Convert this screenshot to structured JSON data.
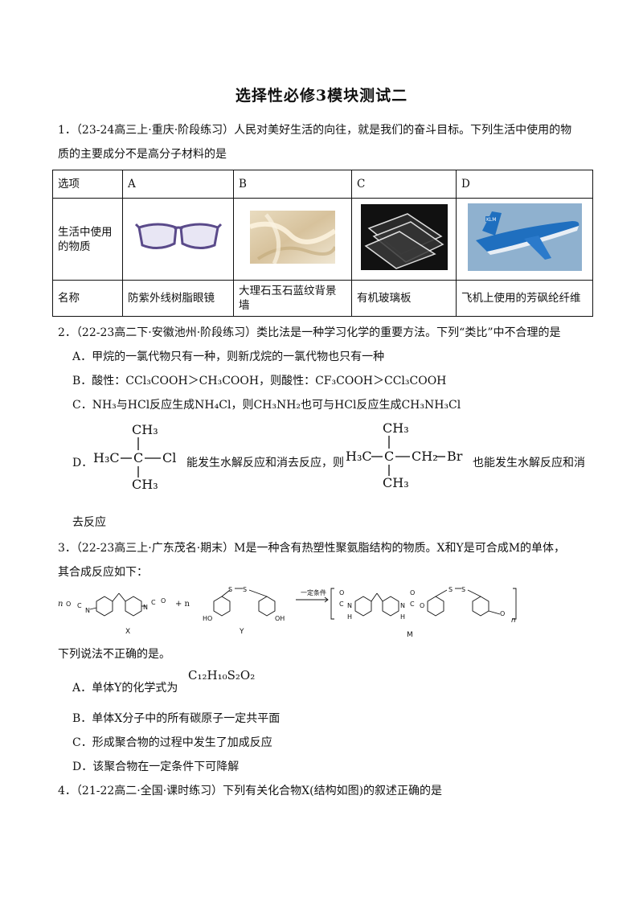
{
  "title": "选择性必修3模块测试二",
  "q1": {
    "line1": "1．（23-24高三上·重庆·阶段练习）人民对美好生活的向往，就是我们的奋斗目标。下列生活中使用的物",
    "line2": "质的主要成分不是高分子材料的是",
    "table": {
      "header": [
        "选项",
        "A",
        "B",
        "C",
        "D"
      ],
      "row_label_items": "生活中使用的物质",
      "row_label_name": "名称",
      "names": [
        "防紫外线树脂眼镜",
        "大理石玉石蓝纹背景墙",
        "有机玻璃板",
        "飞机上使用的芳砜纶纤维"
      ],
      "plane_livery": "KLM"
    }
  },
  "q2": {
    "stem": "2．（22-23高二下·安徽池州·阶段练习）类比法是一种学习化学的重要方法。下列“类比”中不合理的是",
    "A": "A．甲烷的一氯代物只有一种，则新戊烷的一氯代物也只有一种",
    "B": "B．酸性：CCl₃COOH＞CH₃COOH，则酸性：CF₃COOH＞CCl₃COOH",
    "C": "C．NH₃与HCl反应生成NH₄Cl，则CH₃NH₂也可与HCl反应生成CH₃NH₃Cl",
    "D_prefix": "D．",
    "D_mid": "能发生水解反应和消去反应，则",
    "D_suffix": "也能发生水解反应和消",
    "D_cont": "去反应",
    "struct1": {
      "top": "CH₃",
      "left": "H₃C",
      "center": "C",
      "right": "Cl",
      "bottom": "CH₃"
    },
    "struct2": {
      "top": "CH₃",
      "left": "H₃C",
      "center": "C",
      "mid": "CH₂",
      "right": "Br",
      "bottom": "CH₃"
    }
  },
  "q3": {
    "stem1": "3．（22-23高三上·广东茂名·期末）M是一种含有热塑性聚氨脂结构的物质。X和Y是可合成M的单体，",
    "stem2": "其合成反应如下：",
    "scheme": {
      "n1": "n",
      "plus": "+ n",
      "condition": "一定条件",
      "label_x": "X",
      "label_y": "Y",
      "label_m": "M",
      "subscript_n": "n",
      "O": "O",
      "C": "C",
      "N": "N",
      "H": "H",
      "S": "S",
      "HO": "HO",
      "OH": "OH"
    },
    "ask": "下列说法不正确的是。",
    "A_prefix": "A．单体Y的化学式为",
    "A_formula": "C₁₂H₁₀S₂O₂",
    "B": "B．单体X分子中的所有碳原子一定共平面",
    "C": "C．形成聚合物的过程中发生了加成反应",
    "D": "D．该聚合物在一定条件下可降解"
  },
  "q4": {
    "stem": "4．（21-22高二·全国·课时练习）下列有关化合物X(结构如图)的叙述正确的是"
  }
}
